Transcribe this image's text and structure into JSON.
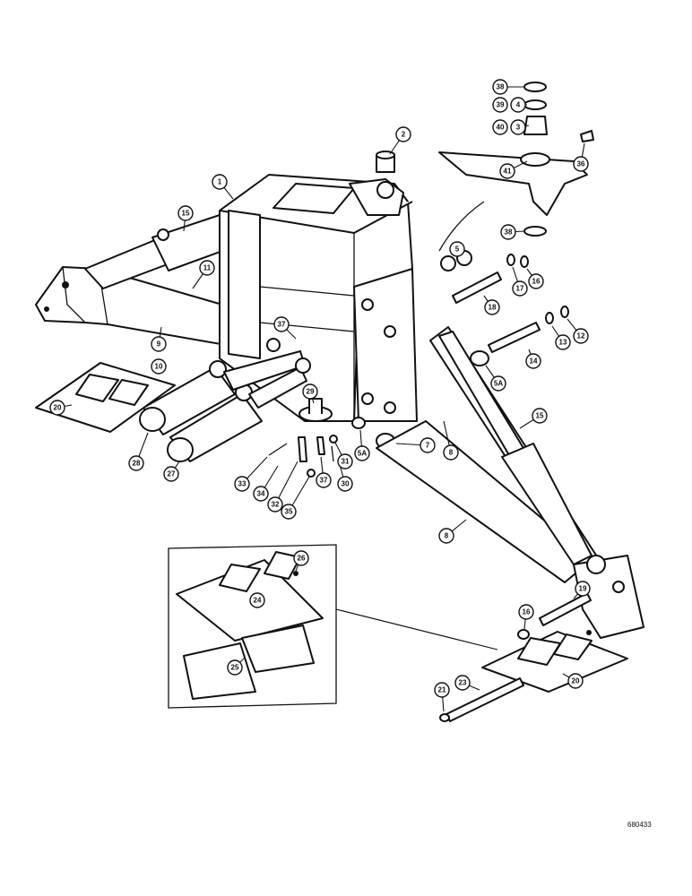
{
  "figure_code": "680433",
  "callouts": [
    {
      "id": "c1",
      "label": "1"
    },
    {
      "id": "c2",
      "label": "2"
    },
    {
      "id": "c3",
      "label": "3"
    },
    {
      "id": "c4",
      "label": "4"
    },
    {
      "id": "c5",
      "label": "5"
    },
    {
      "id": "c5a1",
      "label": "5A"
    },
    {
      "id": "c5a2",
      "label": "5A"
    },
    {
      "id": "c7",
      "label": "7"
    },
    {
      "id": "c8a",
      "label": "8"
    },
    {
      "id": "c8b",
      "label": "8"
    },
    {
      "id": "c9",
      "label": "9"
    },
    {
      "id": "c10",
      "label": "10"
    },
    {
      "id": "c11",
      "label": "11"
    },
    {
      "id": "c12",
      "label": "12"
    },
    {
      "id": "c13",
      "label": "13"
    },
    {
      "id": "c14",
      "label": "14"
    },
    {
      "id": "c15a",
      "label": "15"
    },
    {
      "id": "c15b",
      "label": "15"
    },
    {
      "id": "c16a",
      "label": "16"
    },
    {
      "id": "c16b",
      "label": "16"
    },
    {
      "id": "c17",
      "label": "17"
    },
    {
      "id": "c18",
      "label": "18"
    },
    {
      "id": "c19",
      "label": "19"
    },
    {
      "id": "c20a",
      "label": "20"
    },
    {
      "id": "c20b",
      "label": "20"
    },
    {
      "id": "c21",
      "label": "21"
    },
    {
      "id": "c23",
      "label": "23"
    },
    {
      "id": "c24",
      "label": "24"
    },
    {
      "id": "c25",
      "label": "25"
    },
    {
      "id": "c26",
      "label": "26"
    },
    {
      "id": "c27",
      "label": "27"
    },
    {
      "id": "c28",
      "label": "28"
    },
    {
      "id": "c29",
      "label": "29"
    },
    {
      "id": "c30",
      "label": "30"
    },
    {
      "id": "c31",
      "label": "31"
    },
    {
      "id": "c32",
      "label": "32"
    },
    {
      "id": "c33",
      "label": "33"
    },
    {
      "id": "c34",
      "label": "34"
    },
    {
      "id": "c35",
      "label": "35"
    },
    {
      "id": "c36",
      "label": "36"
    },
    {
      "id": "c37a",
      "label": "37"
    },
    {
      "id": "c37b",
      "label": "37"
    },
    {
      "id": "c38a",
      "label": "38"
    },
    {
      "id": "c38b",
      "label": "38"
    },
    {
      "id": "c39",
      "label": "39"
    },
    {
      "id": "c40",
      "label": "40"
    },
    {
      "id": "c41",
      "label": "41"
    }
  ]
}
